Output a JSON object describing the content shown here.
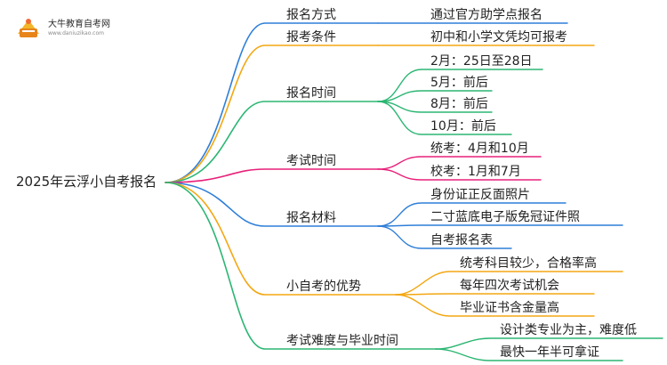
{
  "logo": {
    "title": "大牛教育自考网",
    "subtitle": "www.daniuzikao.com"
  },
  "root": {
    "label": "2025年云浮小自考报名"
  },
  "colors": {
    "blue": "#2f7fd8",
    "orange": "#f3a712",
    "green": "#2bb673",
    "magenta": "#e8207a",
    "teal": "#2e9fd6"
  },
  "branches": [
    {
      "label": "报名方式",
      "color": "orange_blue",
      "children": [
        "通过官方助学点报名"
      ]
    },
    {
      "label": "报考条件",
      "color": "orange",
      "children": [
        "初中和小学文凭均可报考"
      ]
    },
    {
      "label": "报名时间",
      "color": "green",
      "children": [
        "2月：25日至28日",
        "5月：前后",
        "8月：前后",
        "10月：前后"
      ]
    },
    {
      "label": "考试时间",
      "color": "magenta",
      "children": [
        "统考：4月和10月",
        "校考：1月和7月"
      ]
    },
    {
      "label": "报名材料",
      "color": "blue",
      "children": [
        "身份证正反面照片",
        "二寸蓝底电子版免冠证件照",
        "自考报名表"
      ]
    },
    {
      "label": "小自考的优势",
      "color": "orange",
      "children": [
        "统考科目较少，合格率高",
        "每年四次考试机会",
        "毕业证书含金量高"
      ]
    },
    {
      "label": "考试难度与毕业时间",
      "color": "green",
      "children": [
        "设计类专业为主，难度低",
        "最快一年半可拿证"
      ]
    }
  ]
}
